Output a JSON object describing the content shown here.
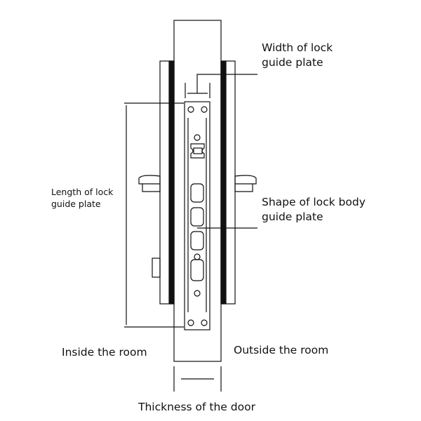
{
  "labels": {
    "width_of_lock_guide_plate": [
      "Width of lock",
      "guide plate"
    ],
    "length_of_lock_guide_plate": [
      "Length of lock",
      "guide plate"
    ],
    "shape_of_lock_body_guide_plate": [
      "Shape of lock body",
      "guide plate"
    ],
    "inside_the_room": "Inside the room",
    "outside_the_room": "Outside the room",
    "thickness_of_the_door": "Thickness of the door"
  },
  "colors": {
    "line": "#111111",
    "background": "#ffffff"
  }
}
